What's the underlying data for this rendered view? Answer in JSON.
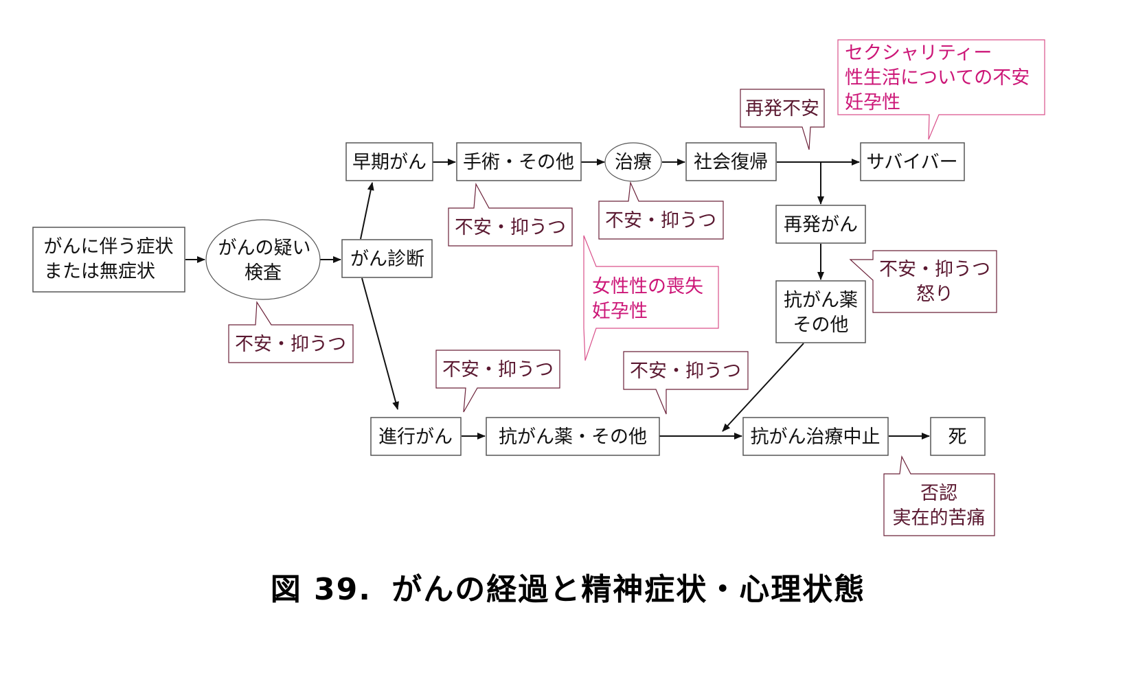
{
  "caption": {
    "figure_number": "図 39.",
    "title": "がんの経過と精神症状・心理状態"
  },
  "colors": {
    "node_text": "#111111",
    "callout_dark": "#5a1830",
    "callout_pink": "#cc1677"
  },
  "nodes": {
    "symptoms": [
      "がんに伴う症状",
      "または無症状"
    ],
    "suspicion": [
      "がんの疑い",
      "検査"
    ],
    "diagnosis": "がん診断",
    "early_cancer": "早期がん",
    "surgery": "手術・その他",
    "treatment": "治療",
    "social_return": "社会復帰",
    "survivor": "サバイバー",
    "recurrence": "再発がん",
    "recurrence_chemo": [
      "抗がん薬",
      "その他"
    ],
    "advanced_cancer": "進行がん",
    "chemo": "抗がん薬・その他",
    "stop_treatment": "抗がん治療中止",
    "death": "死"
  },
  "callouts": {
    "suspicion_anxiety": "不安・抑うつ",
    "surgery_anxiety": "不安・抑うつ",
    "treatment_anxiety": "不安・抑うつ",
    "recurrence_fear": "再発不安",
    "sexuality": [
      "セクシャリティー",
      "性生活についての不安",
      "妊孕性"
    ],
    "femininity": [
      "女性性の喪失",
      "妊孕性"
    ],
    "recurrence_emotion": [
      "不安・抑うつ",
      "怒り"
    ],
    "advanced_anxiety": "不安・抑うつ",
    "chemo_anxiety": "不安・抑うつ",
    "terminal": [
      "否認",
      "実在的苦痛"
    ]
  }
}
